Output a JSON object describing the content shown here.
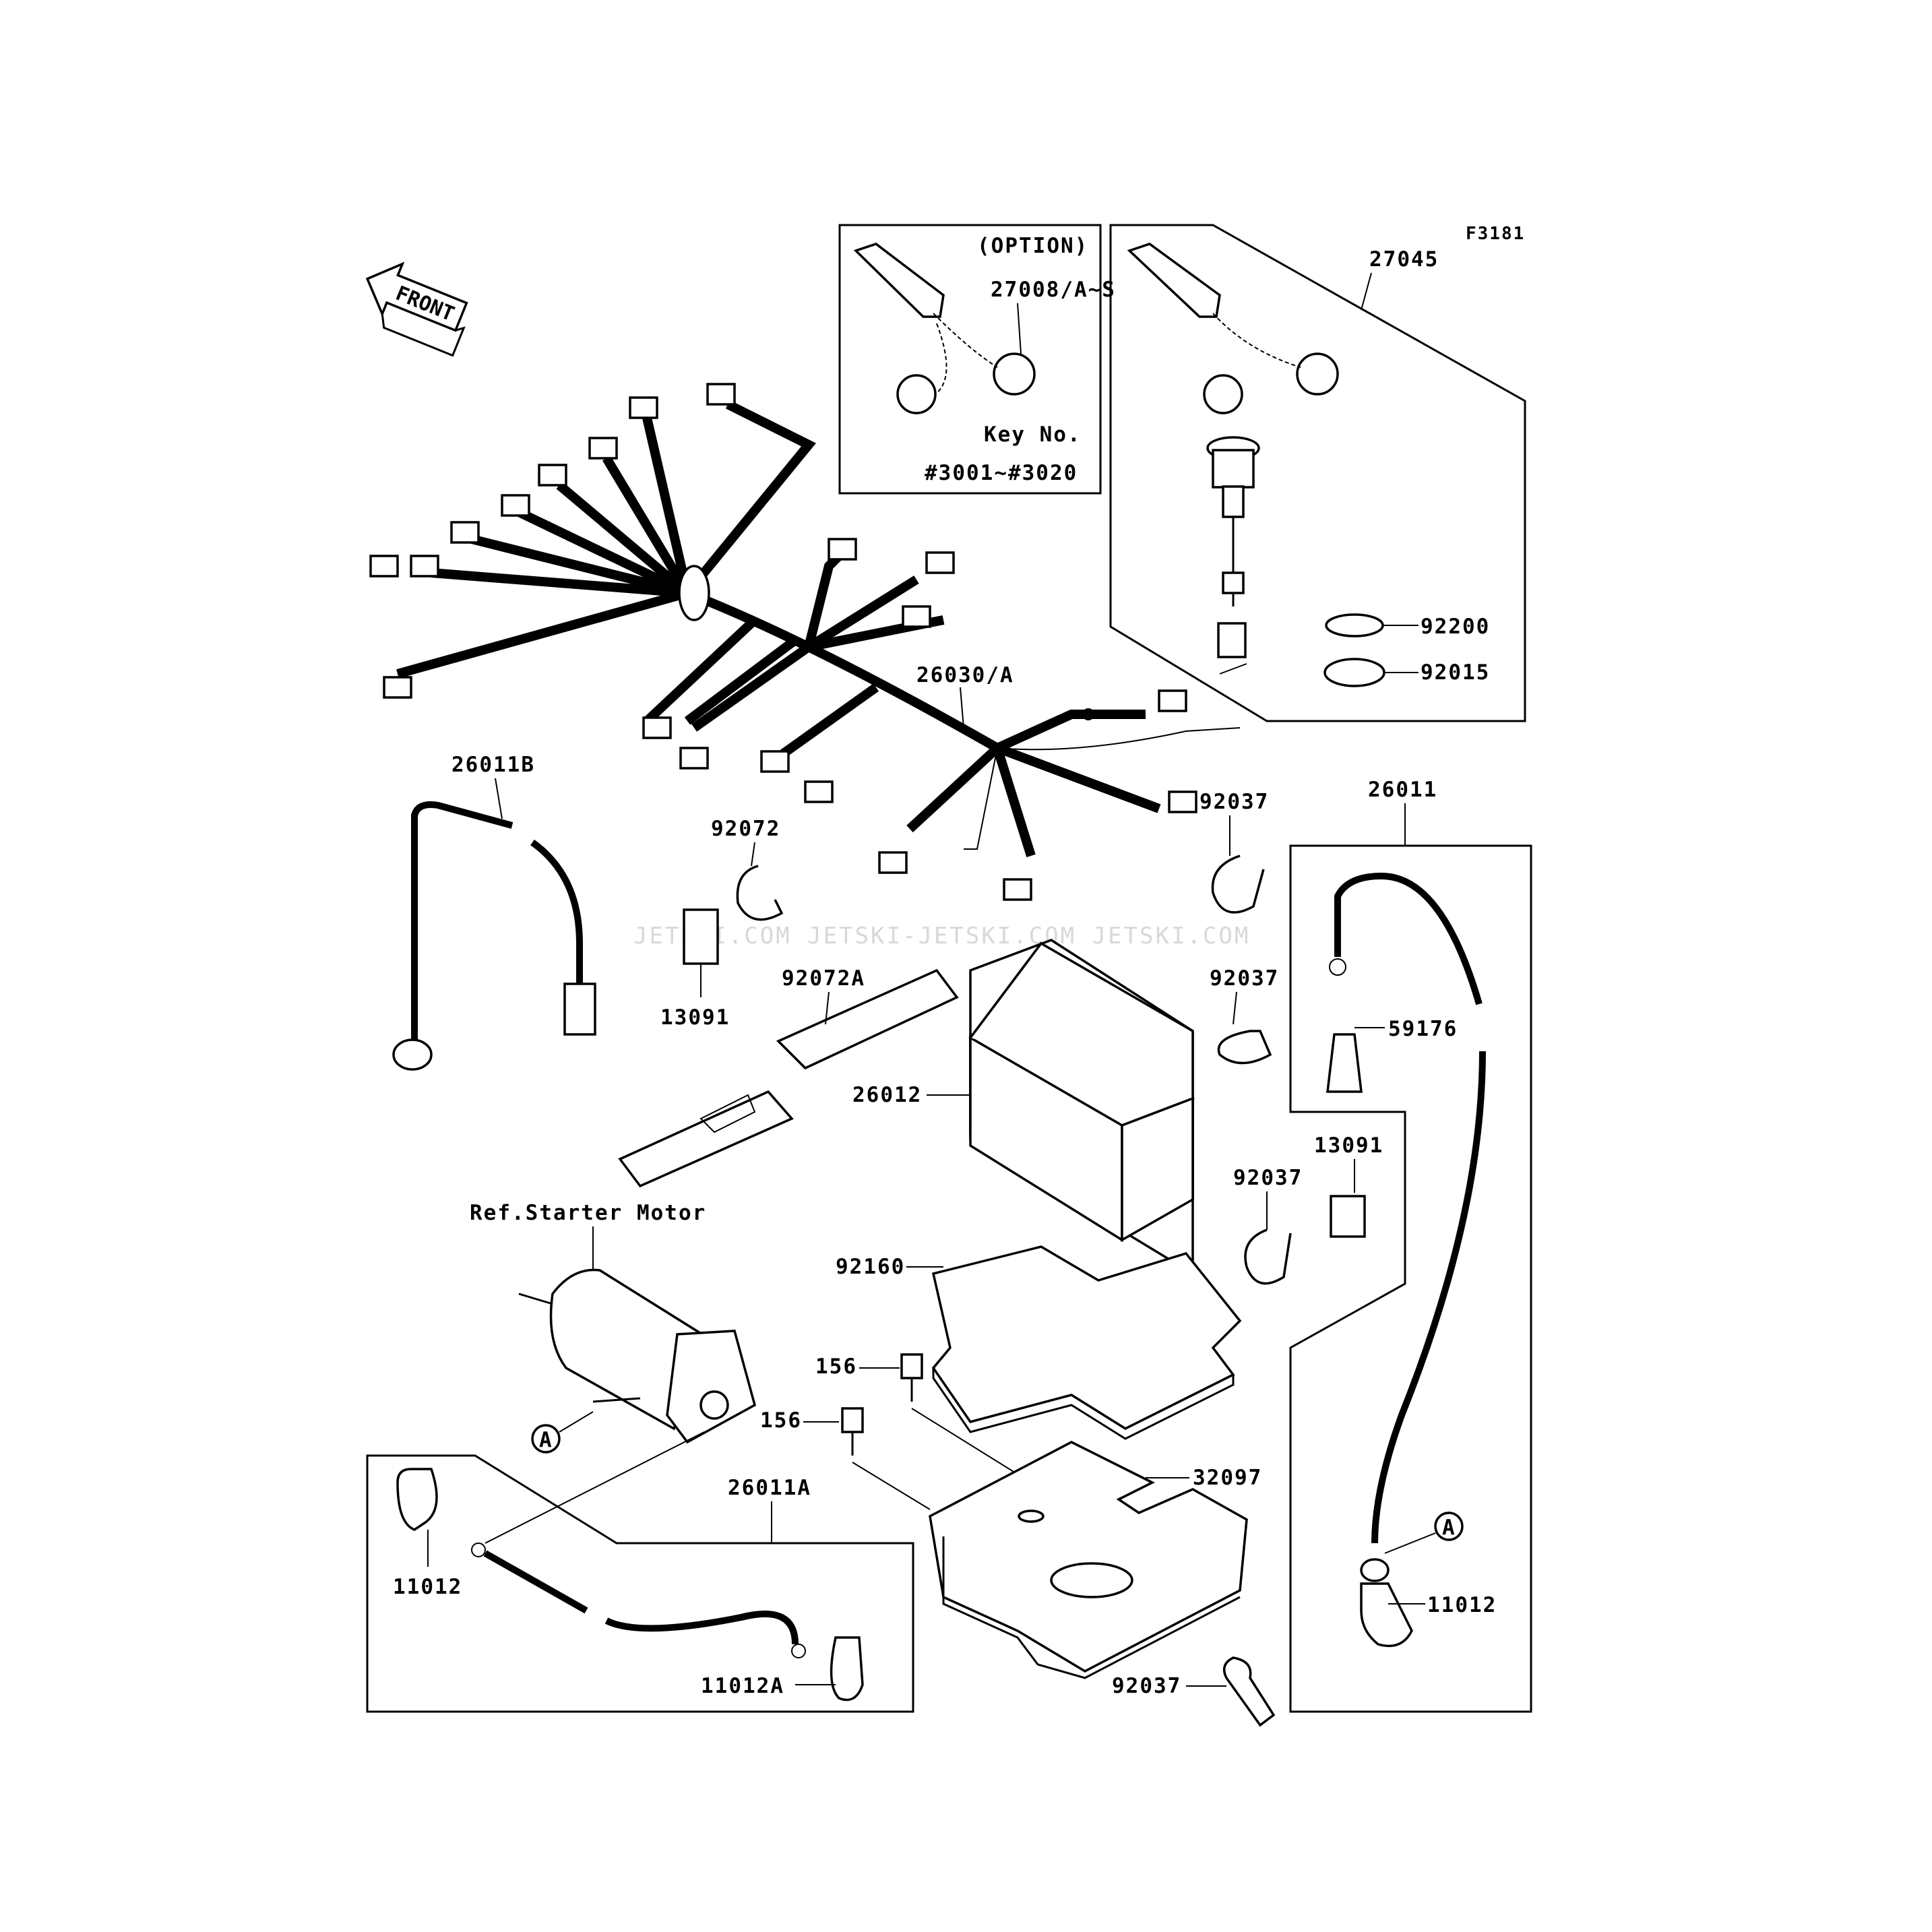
{
  "figure_code": "F3181",
  "front_label": "FRONT",
  "option_box": {
    "title": "(OPTION)",
    "part": "27008/A~S",
    "key_label": "Key No.",
    "key_range": "#3001~#3020"
  },
  "callouts": {
    "p27045": "27045",
    "p92200": "92200",
    "p92015": "92015",
    "p26030A": "26030/A",
    "p26011B": "26011B",
    "p92072": "92072",
    "p13091a": "13091",
    "p92072A": "92072A",
    "p26012": "26012",
    "p92037a": "92037",
    "p92037b": "92037",
    "p92037c": "92037",
    "p92037d": "92037",
    "p26011": "26011",
    "p59176": "59176",
    "p13091b": "13091",
    "ref_starter": "Ref.Starter Motor",
    "p92160": "92160",
    "p156a": "156",
    "p156b": "156",
    "p32097": "32097",
    "p26011A": "26011A",
    "p11012a": "11012",
    "p11012b": "11012",
    "p11012A": "11012A",
    "ref_A1": "A",
    "ref_A2": "A"
  },
  "watermark": "JETSKI.COM   JETSKI-JETSKI.COM   JETSKI.COM"
}
